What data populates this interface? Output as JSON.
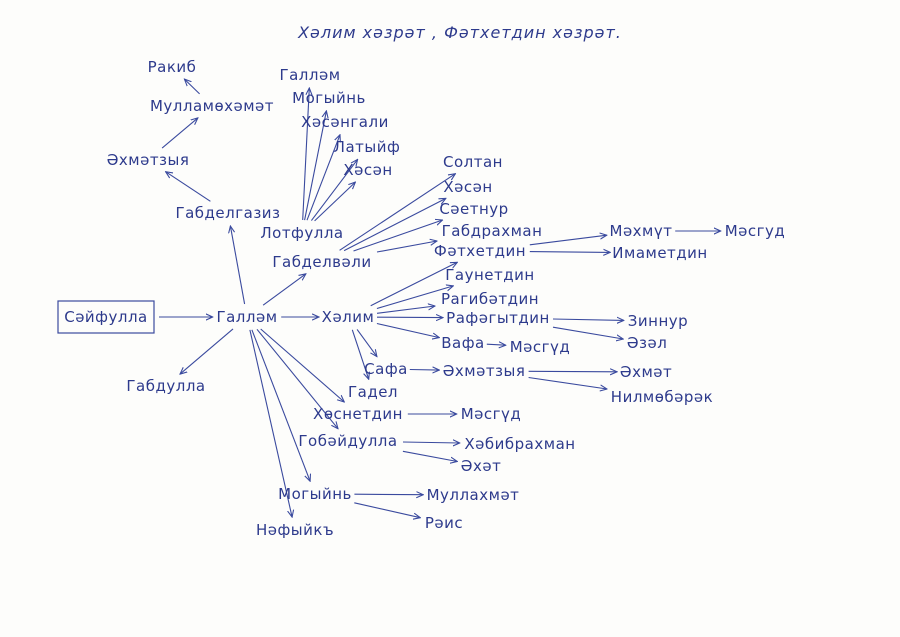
{
  "title": "Хәлим хәзрәт , Фәтхетдин хәзрәт.",
  "colors": {
    "ink": "#2d3a8c",
    "paper": "#fdfdfb"
  },
  "nodes": [
    {
      "id": "saifulla",
      "label": "Сәйфулла"
    },
    {
      "id": "gallam",
      "label": "Галләм"
    },
    {
      "id": "gabdulla",
      "label": "Габдулла"
    },
    {
      "id": "gabdelgaziz",
      "label": "Габделгазиз"
    },
    {
      "id": "akhmatzya1",
      "label": "Әхмәтзыя"
    },
    {
      "id": "mullamokhamat",
      "label": "Мулламөхәмәт"
    },
    {
      "id": "rakib",
      "label": "Ракиб"
    },
    {
      "id": "lotfulla",
      "label": "Лотфулла"
    },
    {
      "id": "gallam2",
      "label": "Галләм"
    },
    {
      "id": "mogyin1",
      "label": "Могыйнь"
    },
    {
      "id": "khasangali",
      "label": "Хәсәнгали"
    },
    {
      "id": "latyif",
      "label": "Латыйф"
    },
    {
      "id": "khasan1",
      "label": "Хәсән"
    },
    {
      "id": "gabdelvali",
      "label": "Габделвәли"
    },
    {
      "id": "soltan",
      "label": "Солтан"
    },
    {
      "id": "khasan2",
      "label": "Хәсән"
    },
    {
      "id": "saetnur",
      "label": "Сәетнур"
    },
    {
      "id": "gabdrakhman",
      "label": "Габдрахман"
    },
    {
      "id": "khalim",
      "label": "Хәлим"
    },
    {
      "id": "fatkhetdin",
      "label": "Фәтхетдин"
    },
    {
      "id": "makhmut",
      "label": "Мәхмүт"
    },
    {
      "id": "masgud1",
      "label": "Мәсгуд"
    },
    {
      "id": "imametdin",
      "label": "Имаметдин"
    },
    {
      "id": "gaunetdin",
      "label": "Гаунетдин"
    },
    {
      "id": "ragibatdin",
      "label": "Рагибәтдин"
    },
    {
      "id": "rafagytdin",
      "label": "Рафәгытдин"
    },
    {
      "id": "zinnur",
      "label": "Зиннур"
    },
    {
      "id": "azal",
      "label": "Әзәл"
    },
    {
      "id": "vafa",
      "label": "Вафа"
    },
    {
      "id": "masgud2",
      "label": "Мәсгүд"
    },
    {
      "id": "safa",
      "label": "Сафа"
    },
    {
      "id": "gadel",
      "label": "Гадел"
    },
    {
      "id": "akhmatzya2",
      "label": "Әхмәтзыя"
    },
    {
      "id": "akhmat",
      "label": "Әхмәт"
    },
    {
      "id": "nilmobarak",
      "label": "Нилмөбәрәк"
    },
    {
      "id": "khosnetdin",
      "label": "Хөснетдин"
    },
    {
      "id": "masgud3",
      "label": "Мәсгүд"
    },
    {
      "id": "gobaidulla",
      "label": "Гобәйдулла"
    },
    {
      "id": "khabibrakhman",
      "label": "Хәбибрахман"
    },
    {
      "id": "akhat",
      "label": "Әхәт"
    },
    {
      "id": "mogyin2",
      "label": "Могыйнь"
    },
    {
      "id": "mullakhmat",
      "label": "Муллахмәт"
    },
    {
      "id": "rais",
      "label": "Рәис"
    },
    {
      "id": "nafyik",
      "label": "Нәфыйкъ"
    }
  ],
  "edges": [
    [
      "saifulla",
      "gallam"
    ],
    [
      "gallam",
      "gabdulla"
    ],
    [
      "gallam",
      "gabdelgaziz"
    ],
    [
      "gallam",
      "gabdelvali"
    ],
    [
      "gallam",
      "khalim"
    ],
    [
      "gallam",
      "khosnetdin"
    ],
    [
      "gallam",
      "gobaidulla"
    ],
    [
      "gallam",
      "mogyin2"
    ],
    [
      "gallam",
      "nafyik"
    ],
    [
      "gabdelgaziz",
      "akhmatzya1"
    ],
    [
      "akhmatzya1",
      "mullamokhamat"
    ],
    [
      "mullamokhamat",
      "rakib"
    ],
    [
      "lotfulla",
      "gallam2"
    ],
    [
      "lotfulla",
      "mogyin1"
    ],
    [
      "lotfulla",
      "khasangali"
    ],
    [
      "lotfulla",
      "latyif"
    ],
    [
      "lotfulla",
      "khasan1"
    ],
    [
      "gabdelvali",
      "soltan"
    ],
    [
      "gabdelvali",
      "khasan2"
    ],
    [
      "gabdelvali",
      "saetnur"
    ],
    [
      "gabdelvali",
      "gabdrakhman"
    ],
    [
      "khalim",
      "fatkhetdin"
    ],
    [
      "khalim",
      "gaunetdin"
    ],
    [
      "khalim",
      "ragibatdin"
    ],
    [
      "khalim",
      "rafagytdin"
    ],
    [
      "khalim",
      "vafa"
    ],
    [
      "khalim",
      "safa"
    ],
    [
      "khalim",
      "gadel"
    ],
    [
      "fatkhetdin",
      "makhmut"
    ],
    [
      "makhmut",
      "masgud1"
    ],
    [
      "fatkhetdin",
      "imametdin"
    ],
    [
      "rafagytdin",
      "zinnur"
    ],
    [
      "rafagytdin",
      "azal"
    ],
    [
      "vafa",
      "masgud2"
    ],
    [
      "safa",
      "akhmatzya2"
    ],
    [
      "akhmatzya2",
      "akhmat"
    ],
    [
      "akhmatzya2",
      "nilmobarak"
    ],
    [
      "khosnetdin",
      "masgud3"
    ],
    [
      "gobaidulla",
      "khabibrakhman"
    ],
    [
      "gobaidulla",
      "akhat"
    ],
    [
      "mogyin2",
      "mullakhmat"
    ],
    [
      "mogyin2",
      "rais"
    ]
  ]
}
